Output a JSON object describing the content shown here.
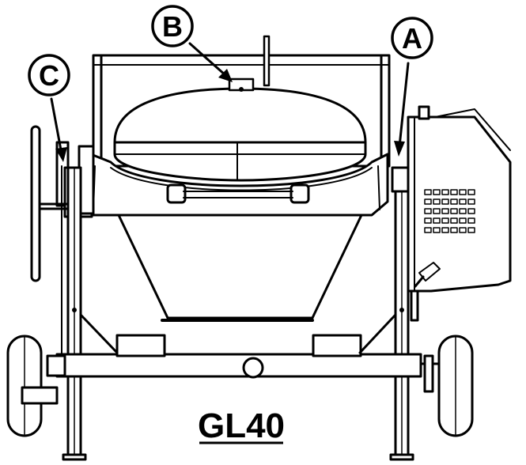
{
  "callouts": [
    {
      "id": "A",
      "letter": "A"
    },
    {
      "id": "B",
      "letter": "B"
    },
    {
      "id": "C",
      "letter": "C"
    }
  ],
  "model": {
    "label": "GL40"
  },
  "colors": {
    "line": "#000000",
    "fill": "#ffffff",
    "shade": "#d9d9d9"
  }
}
